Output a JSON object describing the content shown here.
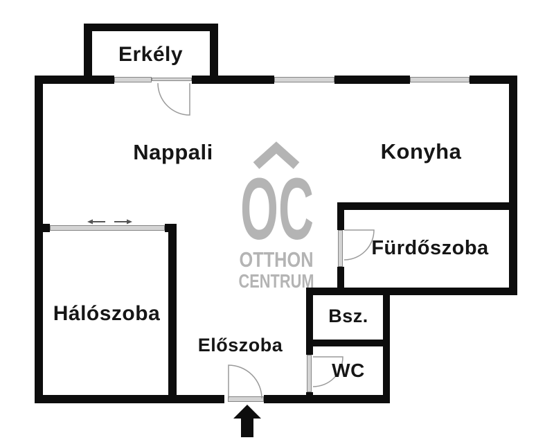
{
  "floorplan": {
    "rooms": {
      "balcony": {
        "label": "Erkély"
      },
      "living_room": {
        "label": "Nappali"
      },
      "kitchen": {
        "label": "Konyha"
      },
      "bedroom": {
        "label": "Hálószoba"
      },
      "hallway": {
        "label": "Előszoba"
      },
      "bathroom": {
        "label": "Fürdőszoba"
      },
      "utility": {
        "label": "Bsz."
      },
      "wc": {
        "label": "WC"
      }
    },
    "watermark": {
      "monogram": "OC",
      "line1": "OTTHON",
      "line2": "CENTRUM"
    },
    "icons": {
      "entrance_arrow": "up-arrow-entrance-marker",
      "bedroom_window_arrows": "sliding-window-left-right-arrows",
      "roof_chevron": "roof-chevron-over-logo"
    },
    "colors": {
      "bg_color": "#ffffff",
      "wall_color": "#0d0d0d",
      "line_color": "#9a9a9a",
      "window_fill": "#d4d4d4",
      "logo_color": "#b4b4b4"
    }
  }
}
